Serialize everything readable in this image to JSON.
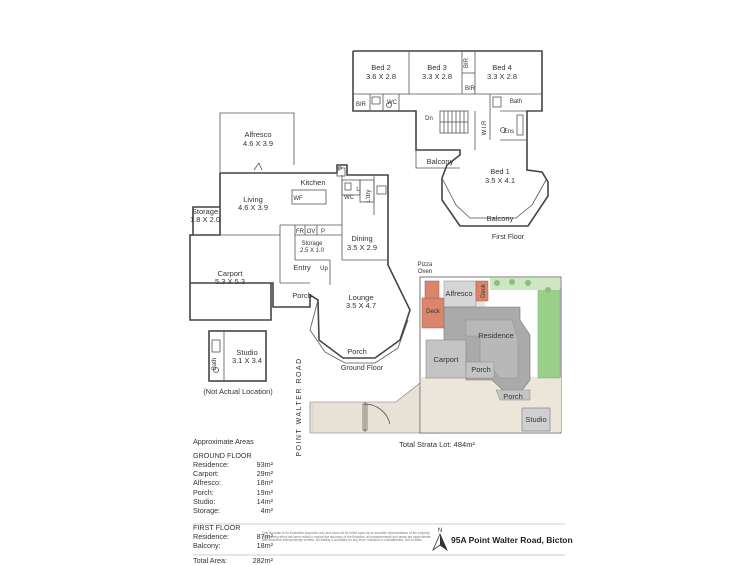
{
  "first_floor": {
    "title": "First Floor",
    "bed2": {
      "name": "Bed 2",
      "size": "3.6 X 2.8"
    },
    "bed3": {
      "name": "Bed 3",
      "size": "3.3 X 2.8"
    },
    "bed4": {
      "name": "Bed 4",
      "size": "3.3 X 2.8"
    },
    "bed1": {
      "name": "Bed 1",
      "size": "3.5 X 4.1"
    },
    "bath": "Bath",
    "ens": "Ens",
    "wc": "WC",
    "bir": "BIR",
    "wir": "W.I.R",
    "dn": "Dn",
    "balcony": "Balcony"
  },
  "ground_floor": {
    "title": "Ground Floor",
    "alfresco": {
      "name": "Alfresco",
      "size": "4.6 X 3.9"
    },
    "living": {
      "name": "Living",
      "size": "4.6 X 3.9"
    },
    "kitchen": "Kitchen",
    "wf": "WF",
    "wc": "WC",
    "ldry": "L'dry",
    "l": "L",
    "p": "P",
    "storage_small": {
      "name": "Storage",
      "size": "1.8 X 2.0"
    },
    "storage_mid": {
      "name": "Storage",
      "size": "2.5 X 1.0"
    },
    "fr": "FR",
    "ov": "OV",
    "dining": {
      "name": "Dining",
      "size": "3.5 X 2.9"
    },
    "up": "Up",
    "entry": "Entry",
    "carport": {
      "name": "Carport",
      "size": "5.3 X 5.3"
    },
    "porch": "Porch",
    "lounge": {
      "name": "Lounge",
      "size": "3.5 X 4.7"
    },
    "porch2": "Porch"
  },
  "studio": {
    "name": "Studio",
    "size": "3.1 X 3.4",
    "bath": "Bath",
    "note": "(Not Actual Location)"
  },
  "site": {
    "road": "POINT WALTER ROAD",
    "pizza_oven": "Pizza\nOven",
    "pizza_line1": "Pizza",
    "pizza_line2": "Oven",
    "alfresco": "Alfresco",
    "deck": "Deck",
    "deck2": "Deck",
    "residence": "Residence",
    "carport": "Carport",
    "porch": "Porch",
    "porch2": "Porch",
    "studio": "Studio",
    "total": "Total Strata Lot: 484m²"
  },
  "areas": {
    "title": "Approximate Areas",
    "ground_title": "GROUND FLOOR",
    "ground": [
      {
        "label": "Residence:",
        "value": "93m²"
      },
      {
        "label": "Carport:",
        "value": "29m²"
      },
      {
        "label": "Alfresco:",
        "value": "18m²"
      },
      {
        "label": "Porch:",
        "value": "19m²"
      },
      {
        "label": "Studio:",
        "value": "14m²"
      },
      {
        "label": "Storage:",
        "value": "4m²"
      }
    ],
    "first_title": "FIRST FLOOR",
    "first": [
      {
        "label": "Residence:",
        "value": "87m²"
      },
      {
        "label": "Balcony:",
        "value": "18m²"
      }
    ],
    "total_label": "Total Area:",
    "total_value": "282m²"
  },
  "footer": {
    "disclaimer": "This floorplan is for illustrative purposes only and must not be relied upon as an accurate representation of the property. While every effort has been made to ensure the accuracy of the floorplan, all measurements and areas are approximate and should be independently verified. No liability is accepted for any error, omission or misstatement. Not to scale.",
    "north": "N",
    "address": "95A Point Walter Road, Bicton"
  },
  "colors": {
    "deck": "#d9866a",
    "lawn": "#9ad08a",
    "roof": "#aaaaaa",
    "paving": "#e8e2d6"
  }
}
